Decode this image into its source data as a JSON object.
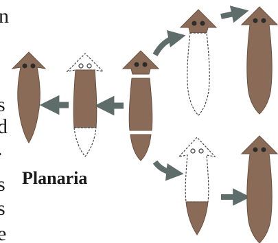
{
  "caption": "Planaria",
  "margin_letters": [
    "n",
    "s",
    "d",
    ".",
    "s",
    "s",
    "e"
  ],
  "colors": {
    "body": "#8a6b57",
    "body_stroke": "#6b4f3e",
    "outline": "#555555",
    "arrow": "#5f6d6a",
    "eye": "#2c2c2c"
  }
}
